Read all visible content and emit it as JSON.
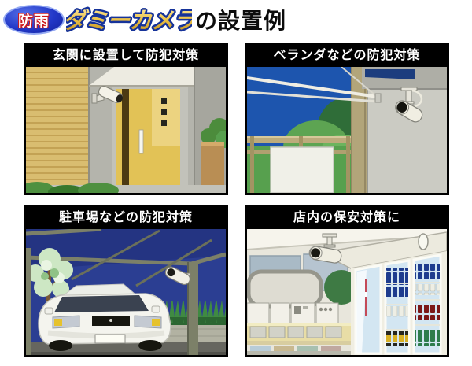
{
  "header": {
    "badge_label": "防雨",
    "logo_text": "ダミーカメラ",
    "suffix_text": "の設置例"
  },
  "panels": [
    {
      "scene": "entrance",
      "title": "玄関に設置して防犯対策"
    },
    {
      "scene": "veranda",
      "title": "ベランダなどの防犯対策"
    },
    {
      "scene": "parking",
      "title": "駐車場などの防犯対策"
    },
    {
      "scene": "store-interior",
      "title": "店内の保安対策に"
    }
  ],
  "icons": {
    "security_camera": "bullet-security-camera"
  },
  "colors": {
    "badge_blue": "#2238c8",
    "badge_rim": "#93a8f2",
    "badge_text_outline": "#d01818",
    "logo_gold": "#e8c04a",
    "logo_outline": "#16339a",
    "title_bar_bg": "#000000",
    "title_bar_text": "#ffffff",
    "page_bg": "#ffffff"
  }
}
